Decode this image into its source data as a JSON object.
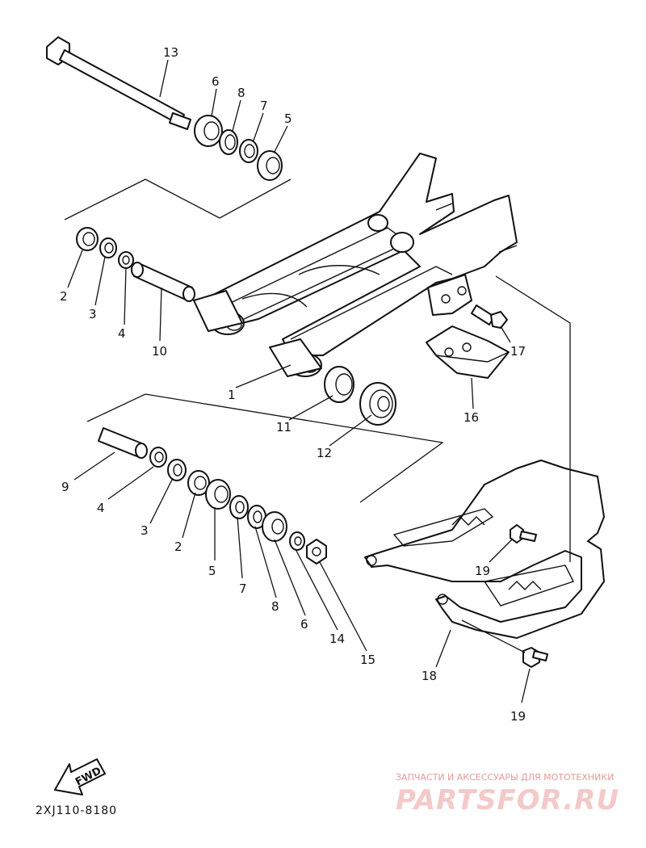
{
  "diagram_code": "2XJ110-8180",
  "fwd_label": "FWD",
  "watermark": {
    "caption": "ЗАПЧАСТИ И АКСЕССУАРЫ ДЛЯ МОТОТЕХНИКИ",
    "brand": "PARTSFOR.RU"
  },
  "callouts": [
    "13",
    "6",
    "8",
    "7",
    "5",
    "2",
    "3",
    "4",
    "10",
    "1",
    "11",
    "12",
    "16",
    "17",
    "9",
    "4",
    "3",
    "2",
    "5",
    "7",
    "8",
    "6",
    "14",
    "15",
    "19",
    "18",
    "19"
  ]
}
